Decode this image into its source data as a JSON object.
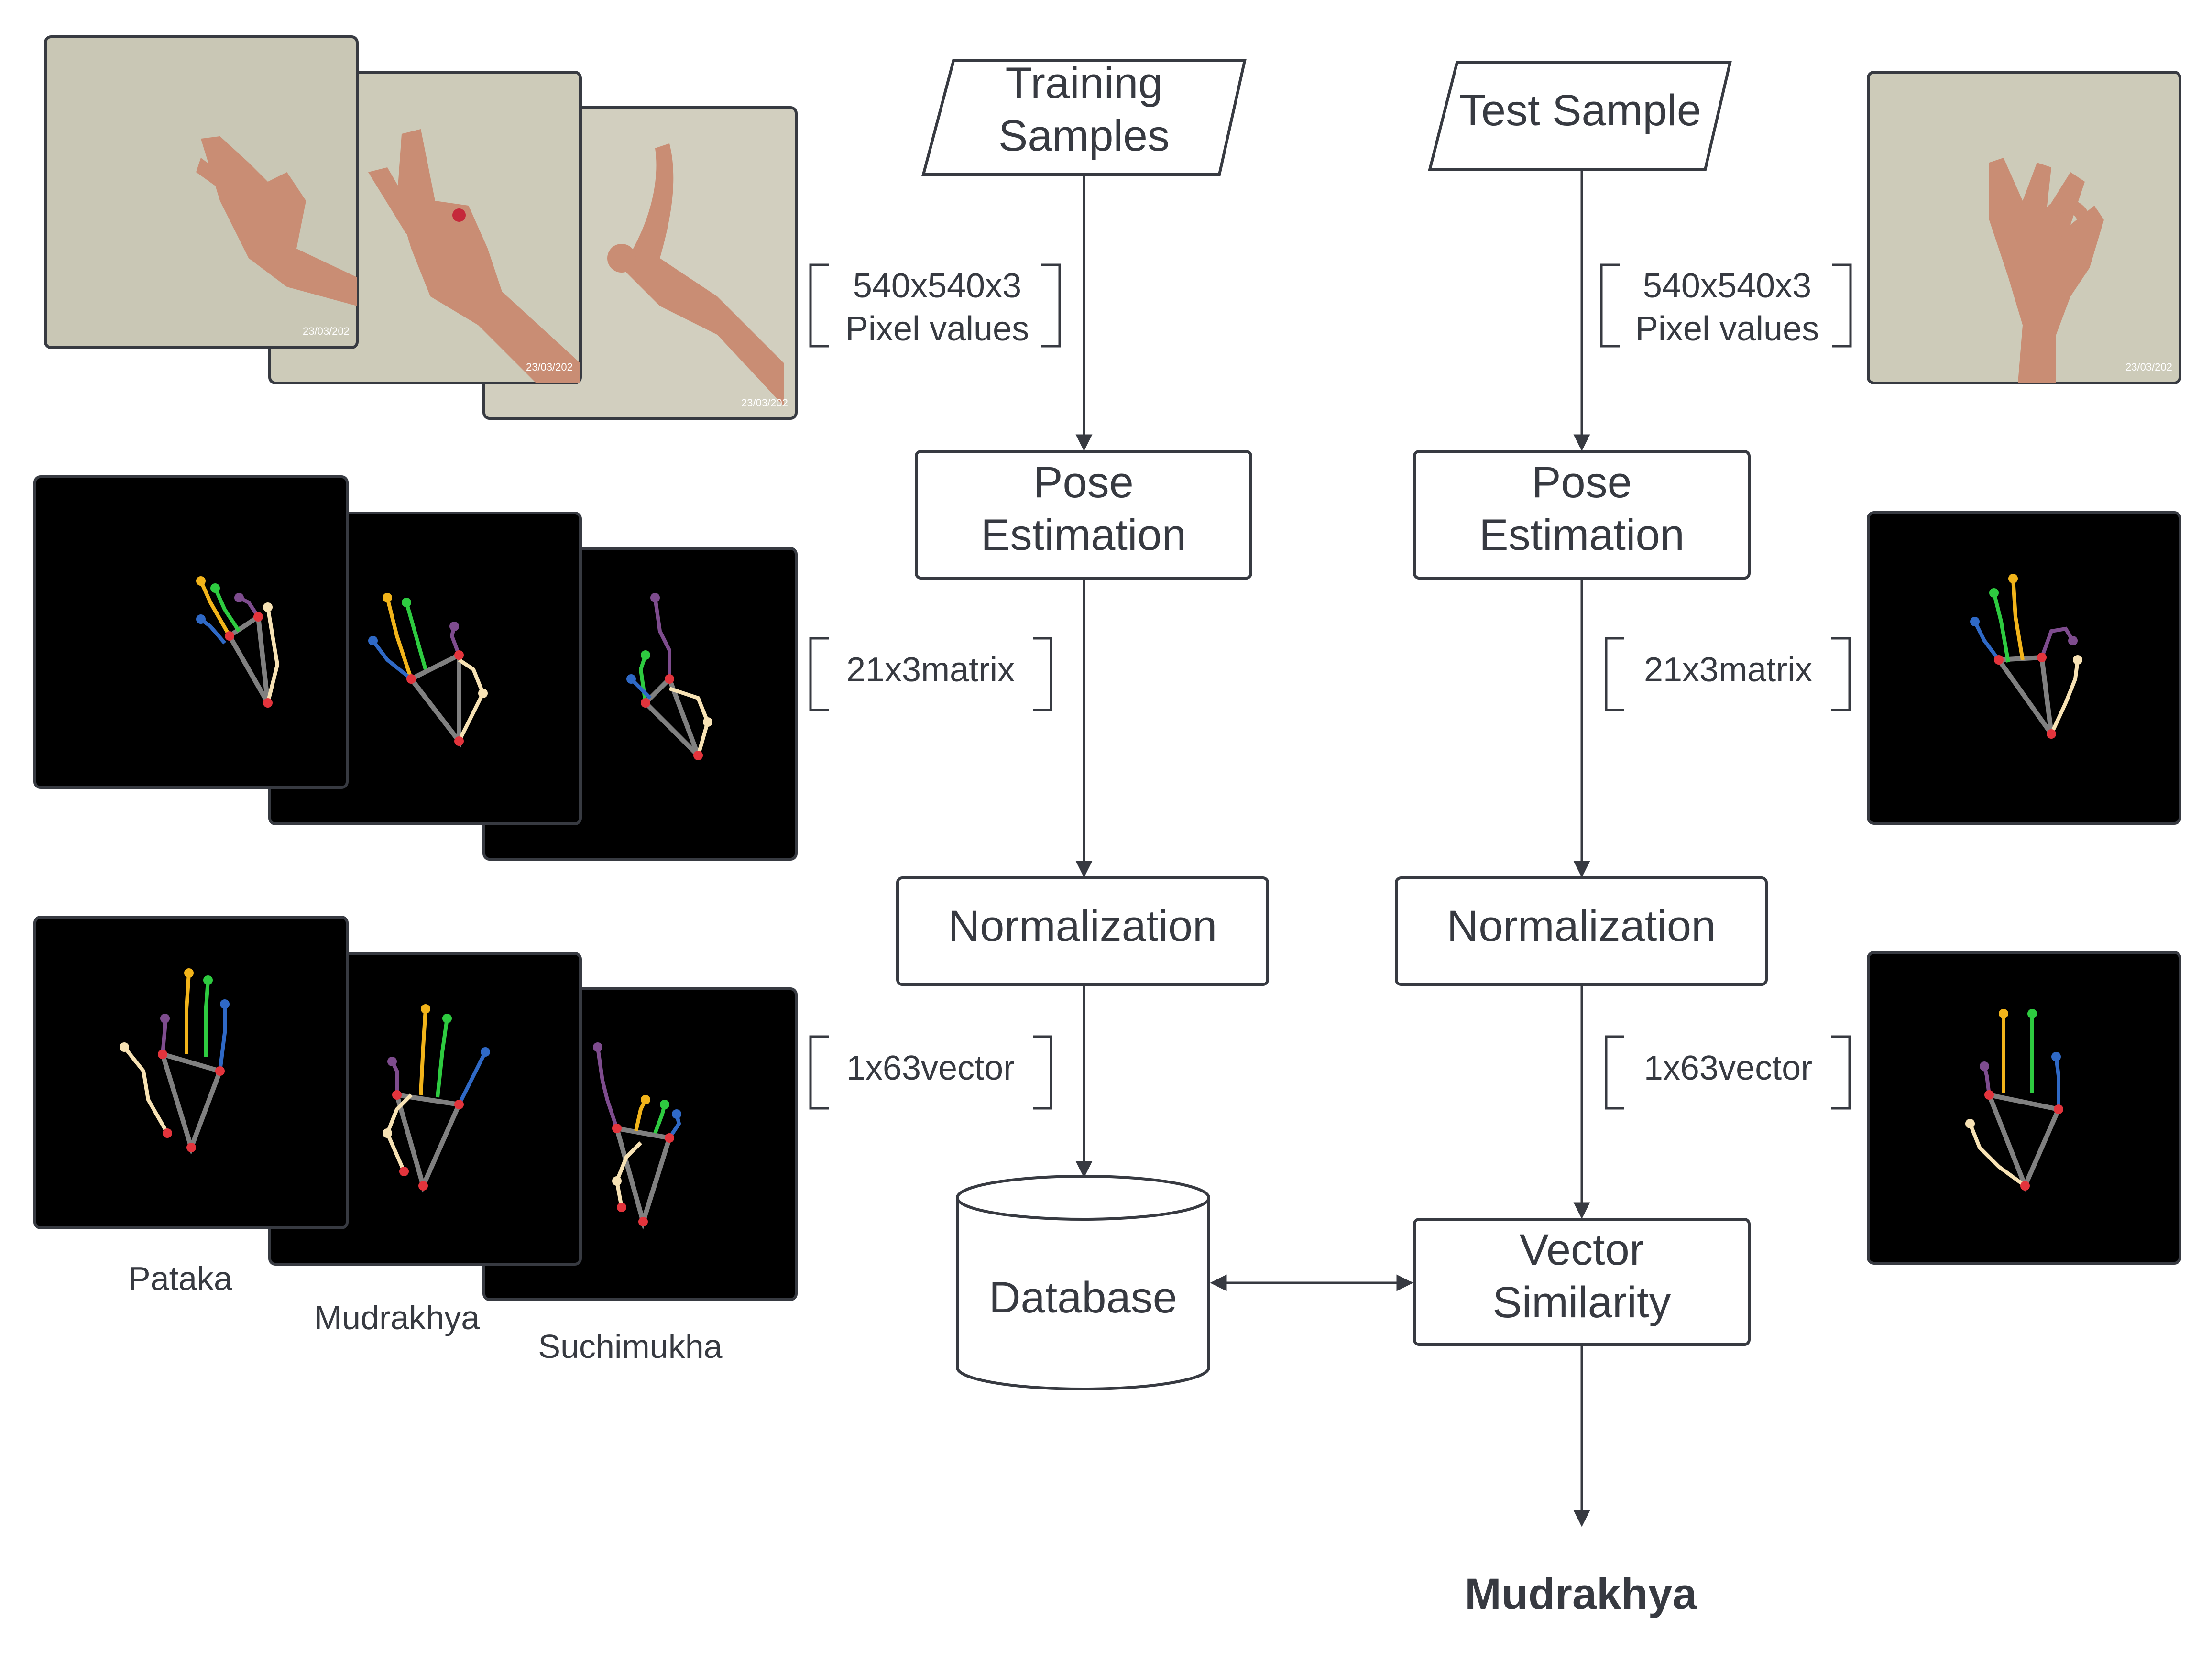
{
  "training_input": {
    "line1": "Training",
    "line2": "Samples"
  },
  "test_input": {
    "line1": "Test Sample"
  },
  "annotations": {
    "pixels_line1": "540x540x3",
    "pixels_line2": "Pixel values",
    "matrix": "21x3matrix",
    "vector": "1x63vector"
  },
  "process": {
    "pose_line1": "Pose",
    "pose_line2": "Estimation",
    "normalization": "Normalization",
    "database": "Database",
    "similarity_line1": "Vector",
    "similarity_line2": "Similarity"
  },
  "gestures": [
    "Pataka",
    "Mudrakhya",
    "Suchimukha"
  ],
  "photo_timestamp": "23/03/202",
  "result": "Mudrakhya",
  "colors": {
    "stroke": "#373a41",
    "photo_background": "#cdcbba",
    "skin": "#c98d74",
    "plot_background": "#000000",
    "thumb": "#f7e2b4",
    "index": "#f2b41a",
    "middle": "#2ecb40",
    "ring": "#7e4c8e",
    "pinky": "#2f69c6",
    "wrist": "#808080",
    "joint": "#e3343c"
  }
}
